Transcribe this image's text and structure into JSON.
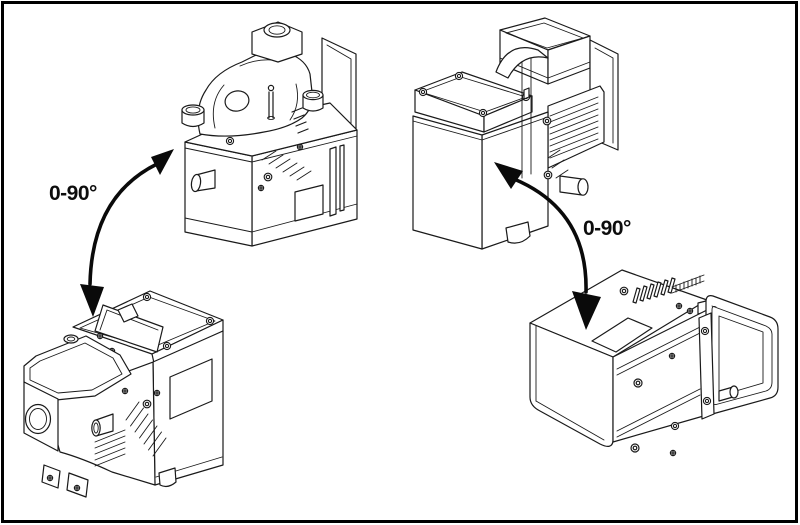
{
  "colors": {
    "background": "#ffffff",
    "frame_border": "#000000",
    "line_art": "#1a1a1a",
    "arrow": "#0a0a0a"
  },
  "annotations": {
    "left_rotation_label": "0-90°",
    "right_rotation_label": "0-90°"
  },
  "illustrations": [
    {
      "name": "heater-vertical-position-left",
      "orientation": "vertical",
      "position": "top-left"
    },
    {
      "name": "heater-vertical-position-right",
      "orientation": "vertical",
      "position": "top-right"
    },
    {
      "name": "heater-horizontal-position-left",
      "orientation": "horizontal",
      "position": "bottom-left"
    },
    {
      "name": "heater-horizontal-position-right",
      "orientation": "horizontal",
      "position": "bottom-right"
    }
  ],
  "arrows": [
    {
      "name": "rotation-range-arrow-left",
      "heads": 2,
      "meaning": "0-90°"
    },
    {
      "name": "rotation-range-arrow-right",
      "heads": 2,
      "meaning": "0-90°"
    }
  ]
}
